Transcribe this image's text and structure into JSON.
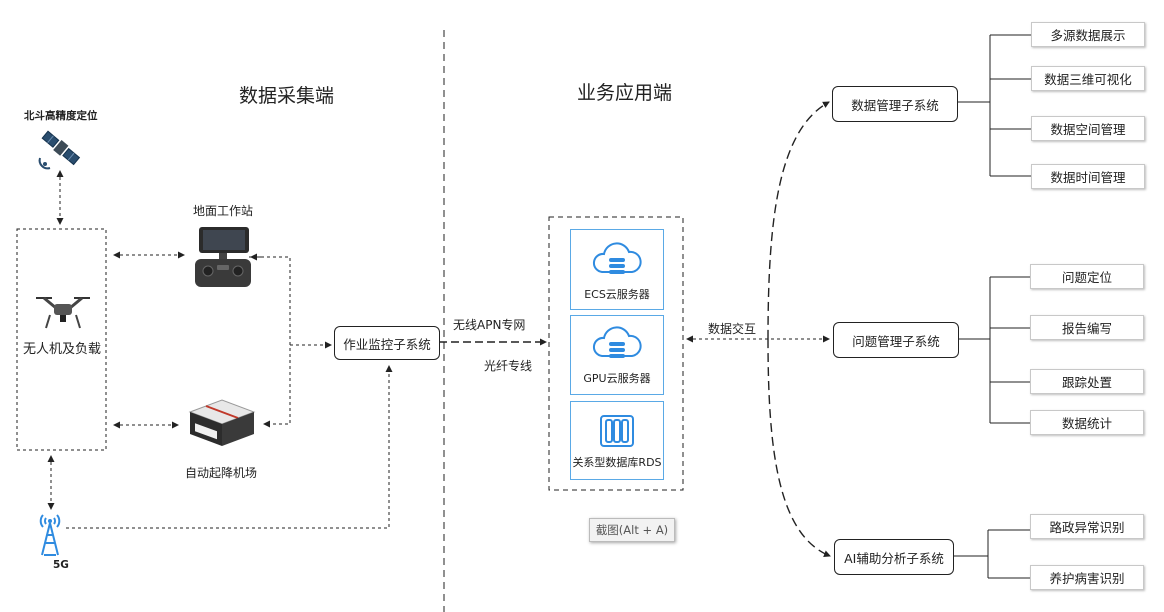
{
  "sections": {
    "left_title": "数据采集端",
    "right_title": "业务应用端"
  },
  "collection": {
    "beidou_label": "北斗高精度定位",
    "drone_label": "无人机及负载",
    "ground_station_label": "地面工作站",
    "auto_dock_label": "自动起降机场",
    "tower_label": "5G",
    "monitor_system": "作业监控子系统"
  },
  "links": {
    "wireless": "无线APN专网",
    "fiber": "光纤专线",
    "exchange": "数据交互"
  },
  "cloud": {
    "ecs": "ECS云服务器",
    "gpu": "GPU云服务器",
    "rds": "关系型数据库RDS"
  },
  "subsystems": [
    {
      "name": "数据管理子系统",
      "items": [
        "多源数据展示",
        "数据三维可视化",
        "数据空间管理",
        "数据时间管理"
      ]
    },
    {
      "name": "问题管理子系统",
      "items": [
        "问题定位",
        "报告编写",
        "跟踪处置",
        "数据统计"
      ]
    },
    {
      "name": "AI辅助分析子系统",
      "items": [
        "路政异常识别",
        "养护病害识别"
      ]
    }
  ],
  "overlay": {
    "screenshot_hint": "截图(Alt + A)"
  },
  "colors": {
    "accent_blue": "#2f8be0",
    "line": "#222222"
  }
}
